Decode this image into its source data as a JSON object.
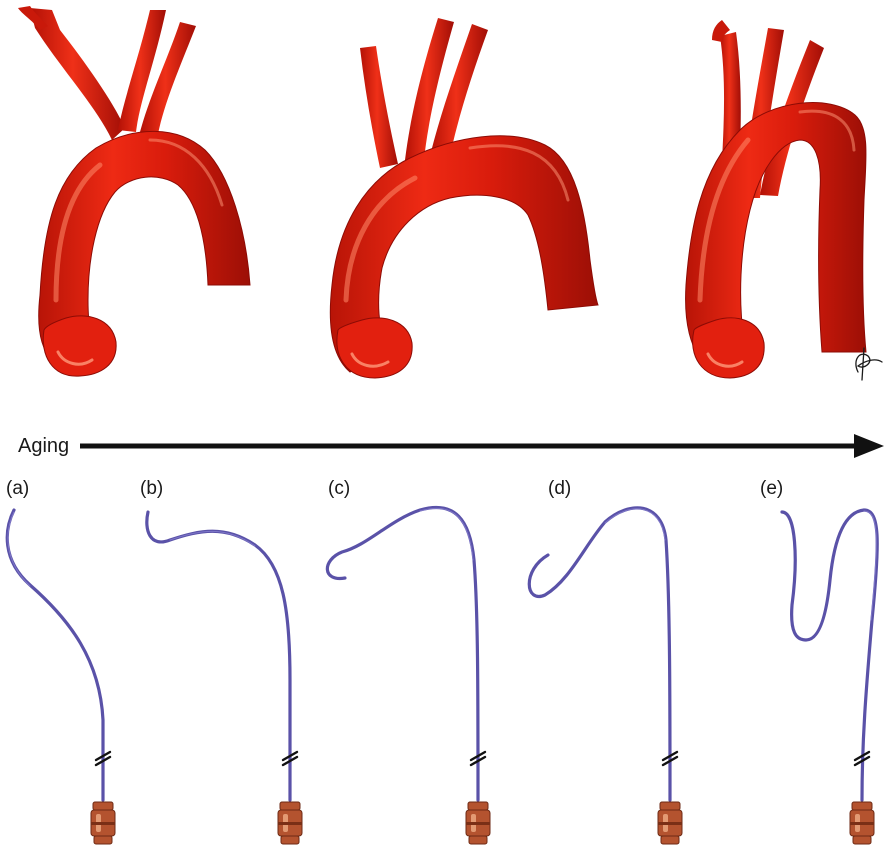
{
  "axis": {
    "label": "Aging"
  },
  "catheters": [
    {
      "label": "(a)"
    },
    {
      "label": "(b)"
    },
    {
      "label": "(c)"
    },
    {
      "label": "(d)"
    },
    {
      "label": "(e)"
    }
  ],
  "colors": {
    "aorta": "#dd2211",
    "aorta_dark": "#a50f08",
    "aorta_highlight": "#ff8a6a",
    "catheter": "#5a52a8",
    "hub": "#b4532f",
    "arrow": "#111111"
  },
  "icons": {
    "arrow": "right-arrow-icon",
    "hub": "catheter-hub-icon",
    "break": "break-mark-icon",
    "signature": "artist-signature-icon"
  }
}
